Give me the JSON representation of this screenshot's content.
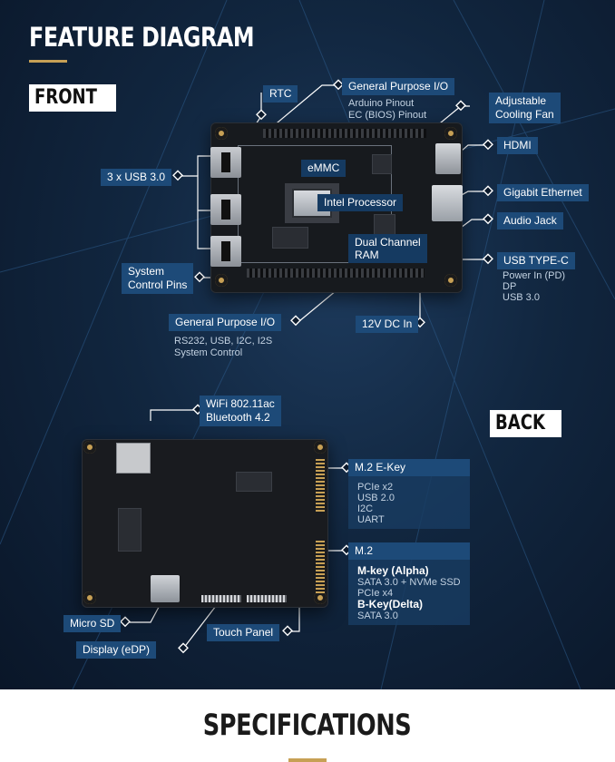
{
  "heading": "FEATURE DIAGRAM",
  "front_label": "FRONT",
  "back_label": "BACK",
  "footer_heading": "SPECIFICATIONS",
  "accent_gold": "#c7a055",
  "label_blue": "#1d4a78",
  "front": {
    "rtc": "RTC",
    "gpio_top": "General Purpose I/O",
    "gpio_top_sub": [
      "Arduino Pinout",
      "EC (BIOS) Pinout"
    ],
    "fan": [
      "Adjustable",
      "Cooling Fan"
    ],
    "hdmi": "HDMI",
    "usb3": "3 x USB 3.0",
    "emmc": "eMMC",
    "cpu": "Intel Processor",
    "ethernet": "Gigabit Ethernet",
    "audio": "Audio Jack",
    "ram": [
      "Dual Channel",
      "RAM"
    ],
    "usbc": "USB TYPE-C",
    "usbc_sub": [
      "Power In (PD)",
      "DP",
      "USB 3.0"
    ],
    "system_pins": [
      "System",
      "Control Pins"
    ],
    "gpio_bottom": "General Purpose I/O",
    "gpio_bottom_sub": [
      "RS232, USB, I2C, I2S",
      "System Control"
    ],
    "dc_in": "12V DC In"
  },
  "back": {
    "wifi": [
      "WiFi 802.11ac",
      "Bluetooth  4.2"
    ],
    "m2e": "M.2 E-Key",
    "m2e_sub": [
      "PCIe x2",
      "USB 2.0",
      "I2C",
      "UART"
    ],
    "m2": "M.2",
    "m2_mkey": "M-key (Alpha)",
    "m2_mkey_sub": [
      "SATA 3.0 + NVMe SSD",
      "PCIe  x4"
    ],
    "m2_bkey": "B-Key(Delta)",
    "m2_bkey_sub": [
      "SATA 3.0"
    ],
    "microsd": "Micro SD",
    "touch": "Touch Panel",
    "display": "Display (eDP)"
  }
}
